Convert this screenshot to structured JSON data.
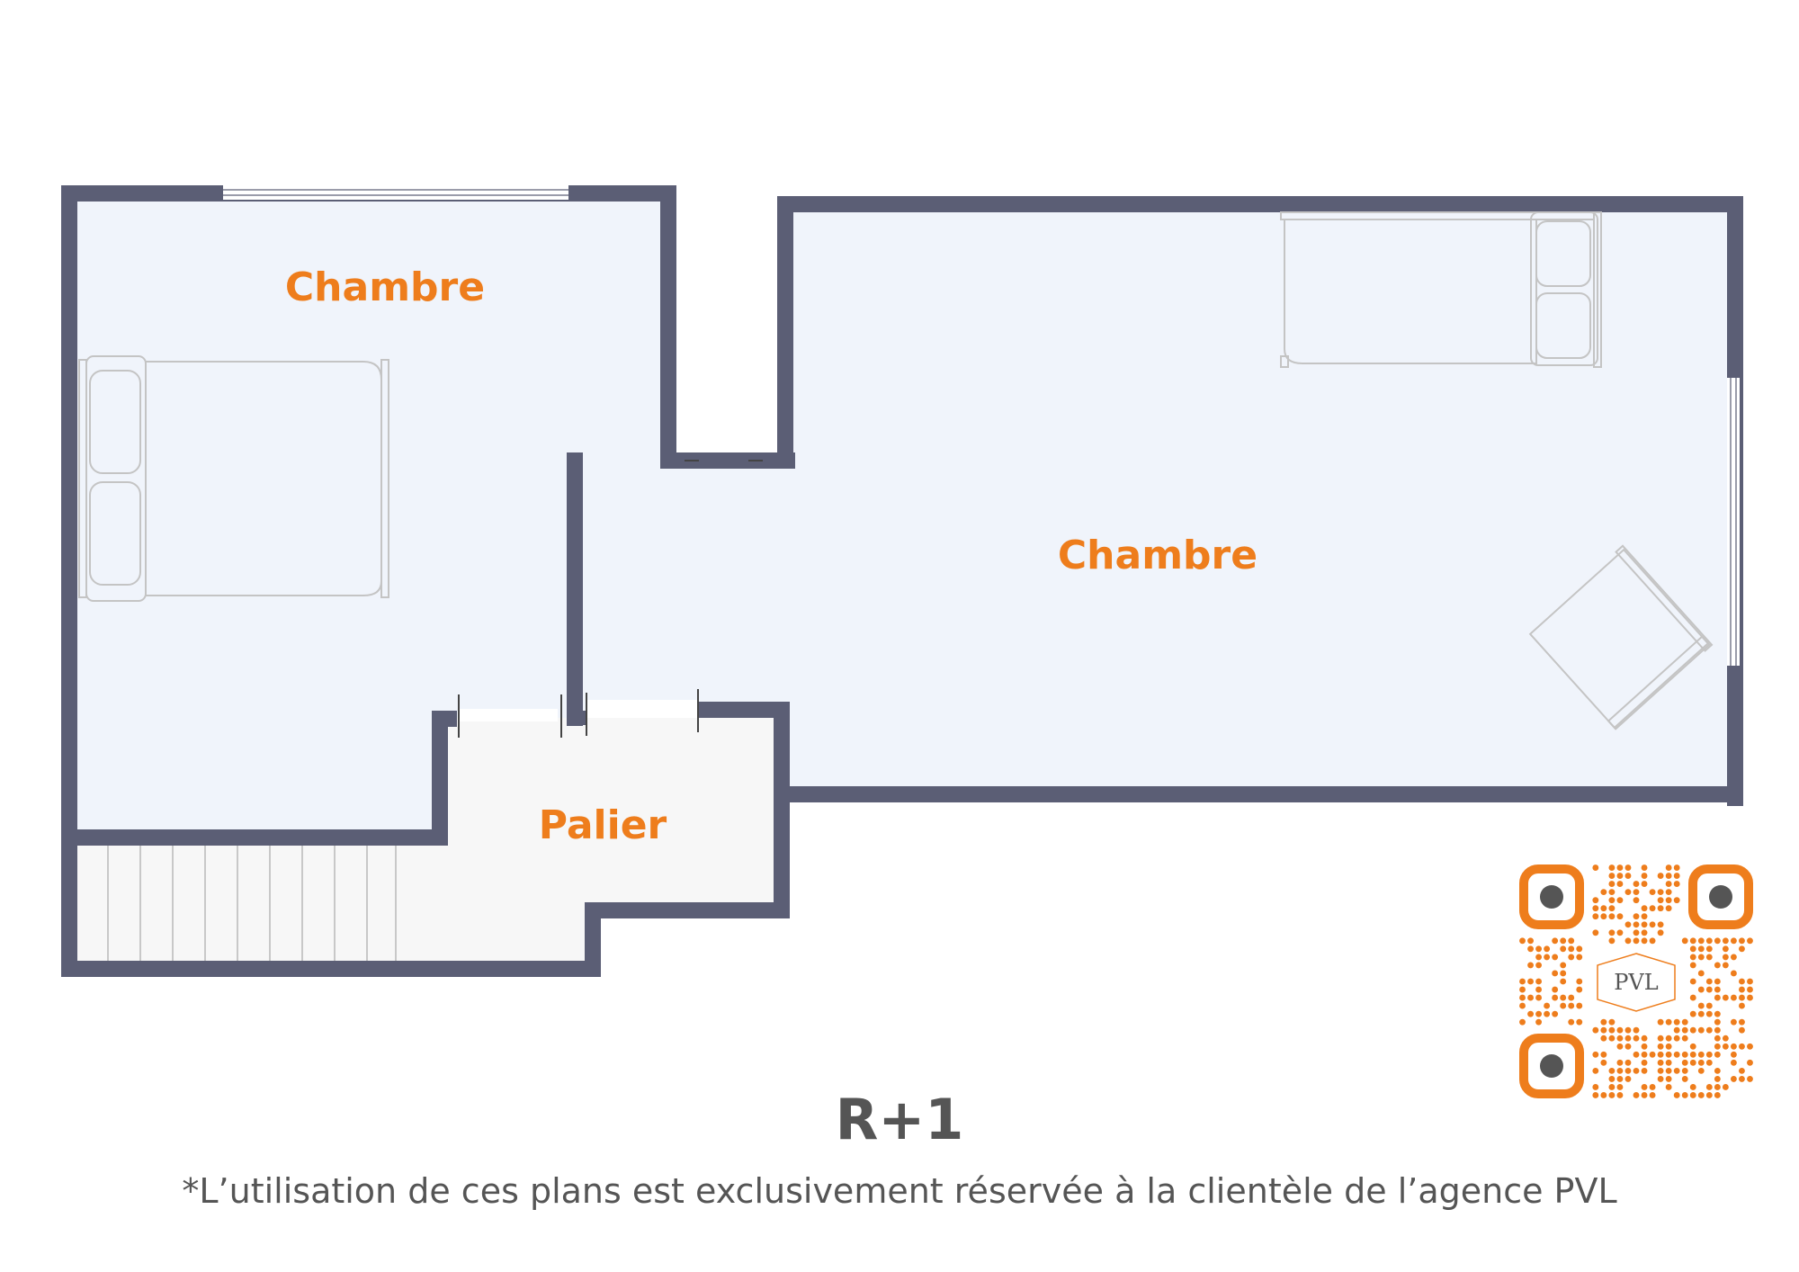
{
  "rooms": [
    {
      "id": "chambre-1",
      "label": "Chambre"
    },
    {
      "id": "chambre-2",
      "label": "Chambre"
    },
    {
      "id": "palier",
      "label": "Palier"
    }
  ],
  "floor_title": "R+1",
  "disclaimer": "*L’utilisation de ces plans est exclusivement réservée à la clientèle de l’agence PVL",
  "qr_logo": "PVL",
  "colors": {
    "wall": "#5b5e75",
    "bedroom_floor": "#f0f4fb",
    "landing_floor": "#f7f7f7",
    "label": "#ee7d1c",
    "furniture": "#c4c4c4",
    "qr": "#ee7d1c",
    "qr_eye": "#555555"
  }
}
